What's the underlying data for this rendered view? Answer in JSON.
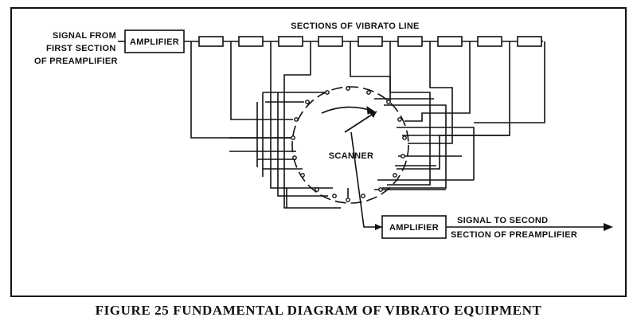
{
  "labels": {
    "signal_in": [
      "SIGNAL FROM",
      "FIRST SECTION",
      "OF PREAMPLIFIER"
    ],
    "amplifier_1": "AMPLIFIER",
    "line_title": "SECTIONS OF VIBRATO LINE",
    "scanner": "SCANNER",
    "amplifier_2": "AMPLIFIER",
    "signal_out": [
      "SIGNAL TO SECOND",
      "SECTION OF PREAMPLIFIER"
    ]
  },
  "vibrato_line": {
    "section_count": 9
  },
  "caption": "FIGURE 25 FUNDAMENTAL DIAGRAM OF VIBRATO EQUIPMENT"
}
